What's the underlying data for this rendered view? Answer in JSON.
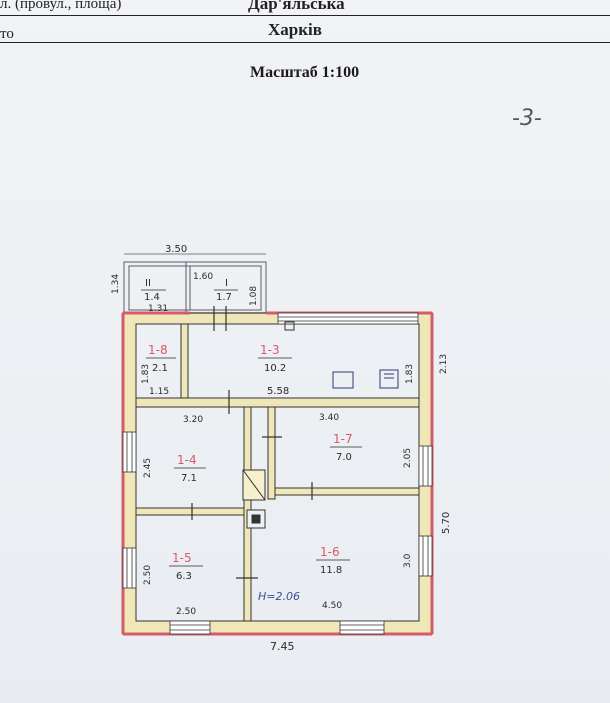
{
  "header": {
    "street_label": "л. (провул., площа)",
    "street_value": "Дар'яльська",
    "city_label": "то",
    "city_value": "Харків",
    "scale": "Масштаб 1:100",
    "page_number": "-3-"
  },
  "plan": {
    "total_width": "7.45",
    "total_depth": "5.70",
    "top_extension_width": "3.50",
    "right_side_top": "2.13",
    "left_side_1": "1.34",
    "height_mark": "Н=2.06",
    "rooms": [
      {
        "id": "1-1",
        "no_label": "II",
        "area": "1.4",
        "dims": [
          "1.31"
        ]
      },
      {
        "id": "1-2",
        "no_label": "I",
        "area": "1.7",
        "dims": [
          "1.60",
          "1.08"
        ]
      },
      {
        "id": "1-8",
        "no_label": "1-8",
        "area": "2.1",
        "dims": [
          "1.15",
          "1.83"
        ]
      },
      {
        "id": "1-3",
        "no_label": "1-3",
        "area": "10.2",
        "dims": [
          "5.58",
          "1.83"
        ]
      },
      {
        "id": "1-4",
        "no_label": "1-4",
        "area": "7.1",
        "dims": [
          "3.20",
          "2.45"
        ]
      },
      {
        "id": "1-7",
        "no_label": "1-7",
        "area": "7.0",
        "dims": [
          "3.40",
          "2.05"
        ]
      },
      {
        "id": "1-5",
        "no_label": "1-5",
        "area": "6.3",
        "dims": [
          "2.50",
          "2.50"
        ]
      },
      {
        "id": "1-6",
        "no_label": "1-6",
        "area": "11.8",
        "dims": [
          "4.50",
          "3.0"
        ]
      }
    ]
  },
  "colors": {
    "wall_fill": "#efe7b8",
    "exterior_red": "#d65b6a",
    "ink": "#2a2a2a",
    "pencil": "#3d4f8f"
  }
}
